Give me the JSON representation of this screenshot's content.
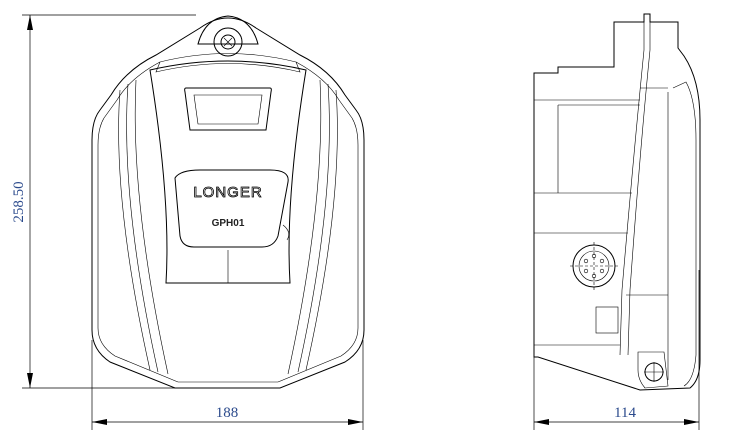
{
  "dimensions": {
    "height": "258.50",
    "width_front": "188",
    "depth_side": "114"
  },
  "device": {
    "brand": "LONGER",
    "model": "GPH01"
  }
}
